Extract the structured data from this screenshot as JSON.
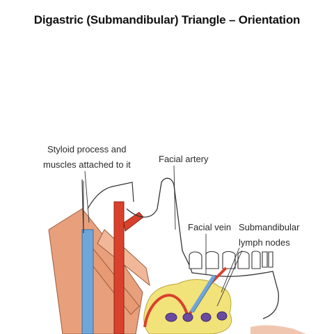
{
  "title": "Digastric (Submandibular) Triangle – Orientation",
  "labels": {
    "styloid_line1": "Styloid process and",
    "styloid_line2": "muscles attached to it",
    "facial_artery": "Facial artery",
    "facial_vein": "Facial vein",
    "lymph_line1": "Submandibular",
    "lymph_line2": "lymph nodes"
  },
  "colors": {
    "muscle": "#e8a07c",
    "artery": "#d9412c",
    "vein": "#6fa6d8",
    "gland": "#f2e27a",
    "lymph_node": "#6a4aa0",
    "outline": "#333333"
  }
}
